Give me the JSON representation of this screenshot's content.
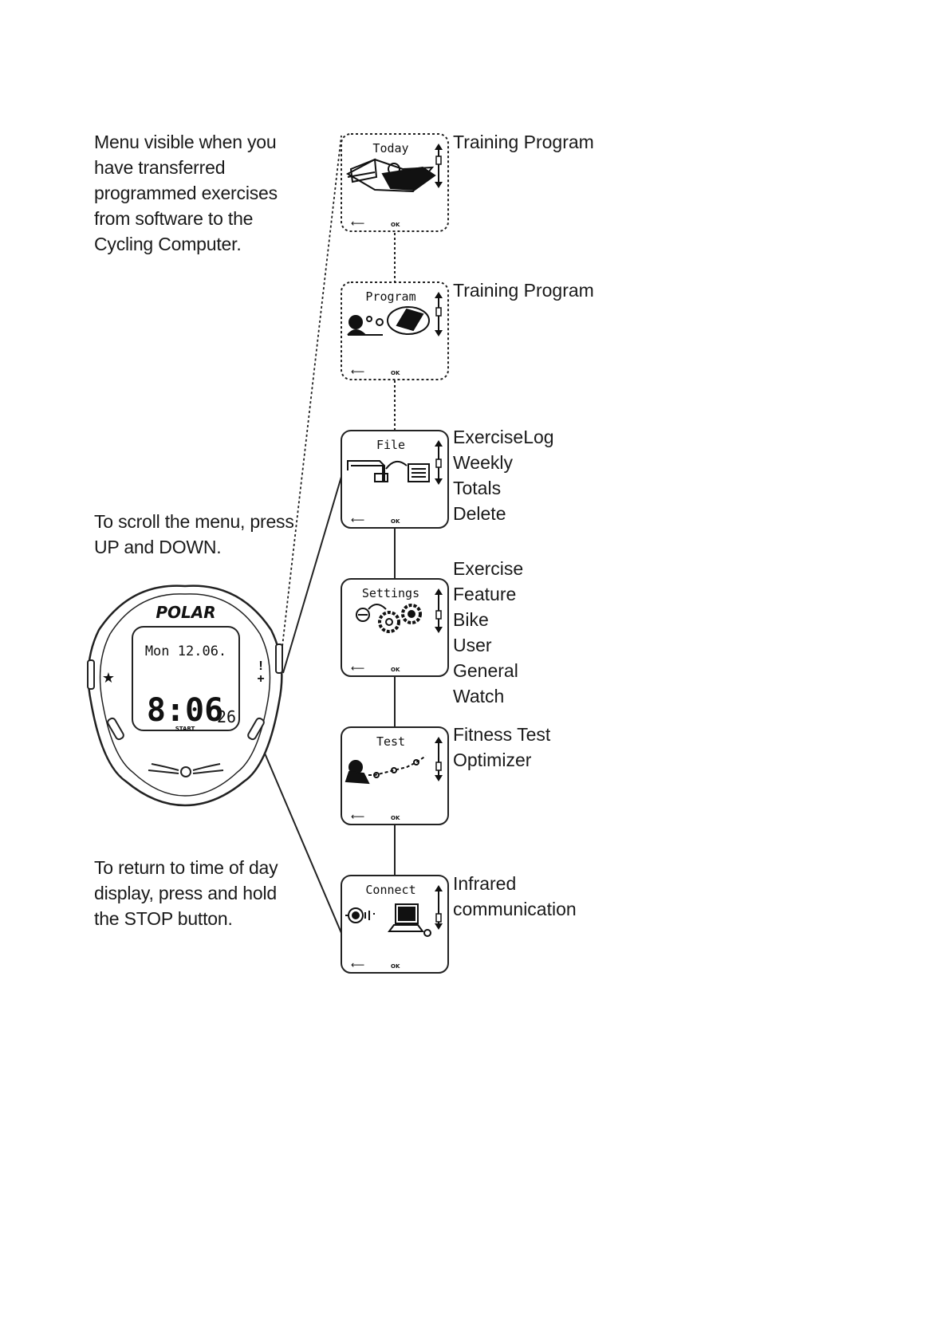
{
  "notes": {
    "menu_visible": [
      "Menu visible when you",
      "have transferred",
      "programmed exercises",
      "from software to the",
      "Cycling Computer."
    ],
    "scroll": [
      "To scroll the menu, press",
      "UP and DOWN."
    ],
    "return": [
      "To return to time of day",
      "display, press and hold",
      "the STOP button."
    ]
  },
  "device": {
    "brand": "POLAR",
    "date": "Mon 12.06.",
    "time": "8:06",
    "seconds": "26",
    "start_label": "START"
  },
  "menus": [
    {
      "title": "Today",
      "labels": [
        "Training Program"
      ]
    },
    {
      "title": "Program",
      "labels": [
        "Training Program"
      ]
    },
    {
      "title": "File",
      "labels": [
        "ExerciseLog",
        "Weekly",
        "Totals",
        "Delete"
      ]
    },
    {
      "title": "Settings",
      "labels": [
        "Exercise",
        "Feature",
        "Bike",
        "User",
        "General",
        "Watch"
      ]
    },
    {
      "title": "Test",
      "labels": [
        "Fitness Test",
        "Optimizer"
      ]
    },
    {
      "title": "Connect",
      "labels": [
        "Infrared",
        "communication"
      ]
    }
  ],
  "screen_footer": {
    "back": "⟵",
    "ok": "OK"
  }
}
